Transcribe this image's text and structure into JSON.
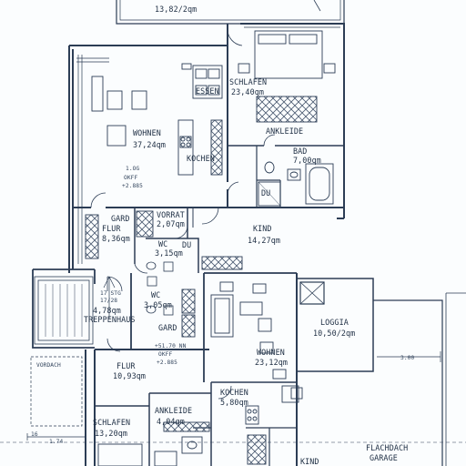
{
  "top_area": "13,82/2qm",
  "rooms": {
    "schlafen_top_name": "SCHLAFEN",
    "schlafen_top_area": "23,40qm",
    "ankleide_top": "ANKLEIDE",
    "bad_name": "BAD",
    "bad_area": "7,00qm",
    "du": "DU",
    "essen": "ESSEN",
    "wohnen_top_name": "WOHNEN",
    "wohnen_top_area": "37,24qm",
    "kochen_top": "KOCHEN",
    "og_note_1": "1.OG",
    "og_note_2": "OKFF",
    "og_note_3": "+2.885",
    "kind_top_name": "KIND",
    "kind_top_area": "14,27qm",
    "gard_flur_1": "GARD",
    "gard_flur_2": "FLUR",
    "gard_flur_area": "8,36qm",
    "vorrat_name": "VORRAT",
    "vorrat_area": "2,07qm",
    "wc1_name": "WC",
    "wc1_area": "3,15qm",
    "du2": "DU",
    "stair_note": "17 STG",
    "stair_ratio": "17/28",
    "treppenhaus_area": "4,78qm",
    "treppenhaus_name": "TREPPENHAUS",
    "wc2_name": "WC",
    "wc2_area": "3,05qm",
    "gard2": "GARD",
    "level_1": "+51.70 NN",
    "level_2": "OKFF",
    "level_3": "+2.885",
    "flur2_name": "FLUR",
    "flur2_area": "10,93qm",
    "loggia_name": "LOGGIA",
    "loggia_area": "10,50/2qm",
    "wohnen2_name": "WOHNEN",
    "wohnen2_area": "23,12qm",
    "dim_300": "3.00",
    "vordach": "VORDACH",
    "kochen2_name": "KOCHEN",
    "kochen2_area": "5,80qm",
    "ankleide2_name": "ANKLEIDE",
    "ankleide2_area": "4,04qm",
    "schlafen2_name": "SCHLAFEN",
    "schlafen2_area": "13,20qm",
    "kind2": "KIND",
    "flachdach": "FLACHDACH",
    "garage": "GARAGE",
    "dim_16": "16",
    "dim_174": "1.74"
  },
  "colors": {
    "line": "#2c3d55",
    "hatch": "#4a5a70",
    "paper": "#fbfdfe"
  }
}
